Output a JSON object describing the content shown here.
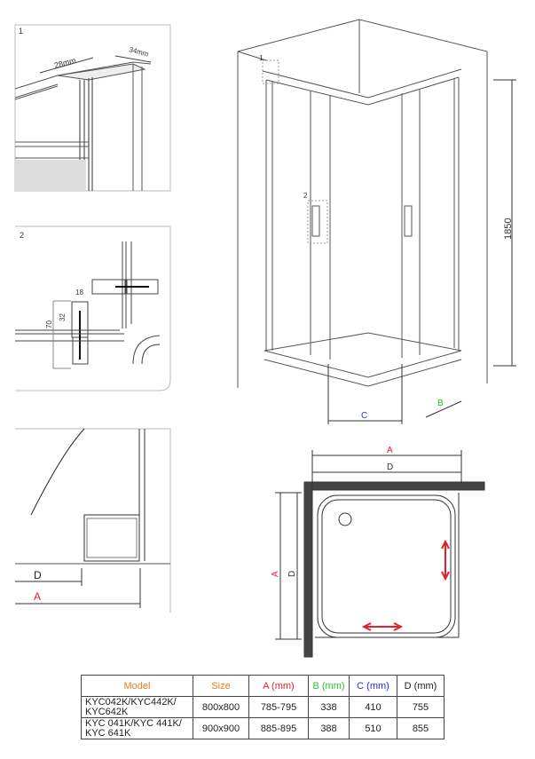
{
  "detail1": {
    "label": "1",
    "dim_width": "28mm",
    "dim_depth": "34mm"
  },
  "detail2": {
    "label": "2",
    "dim_18": "18",
    "dim_32": "32",
    "dim_70": "70"
  },
  "detail3": {
    "label_d": "D",
    "label_a": "A"
  },
  "main_view": {
    "callout1": "1",
    "callout2": "2",
    "height": "1850",
    "label_c": "C",
    "label_b": "B"
  },
  "plan_view": {
    "label_a_top": "A",
    "label_d_top": "D",
    "label_a_side": "A",
    "label_d_side": "D"
  },
  "colors": {
    "orange": "#f07b1e",
    "red": "#e8202a",
    "green": "#2dbf2d",
    "blue": "#2a2ae0",
    "arrow": "#e0202a"
  },
  "table": {
    "headers": [
      "Model",
      "Size",
      "A (mm)",
      "B (mm)",
      "C (mm)",
      "D (mm)"
    ],
    "rows": [
      {
        "model_line1": "KYC042K/KYC442K/",
        "model_line2": "KYC642K",
        "size": "800x800",
        "a": "785-795",
        "b": "338",
        "c": "410",
        "d": "755"
      },
      {
        "model_line1": "KYC 041K/KYC 441K/",
        "model_line2": "KYC 641K",
        "size": "900x900",
        "a": "885-895",
        "b": "388",
        "c": "510",
        "d": "855"
      }
    ]
  }
}
